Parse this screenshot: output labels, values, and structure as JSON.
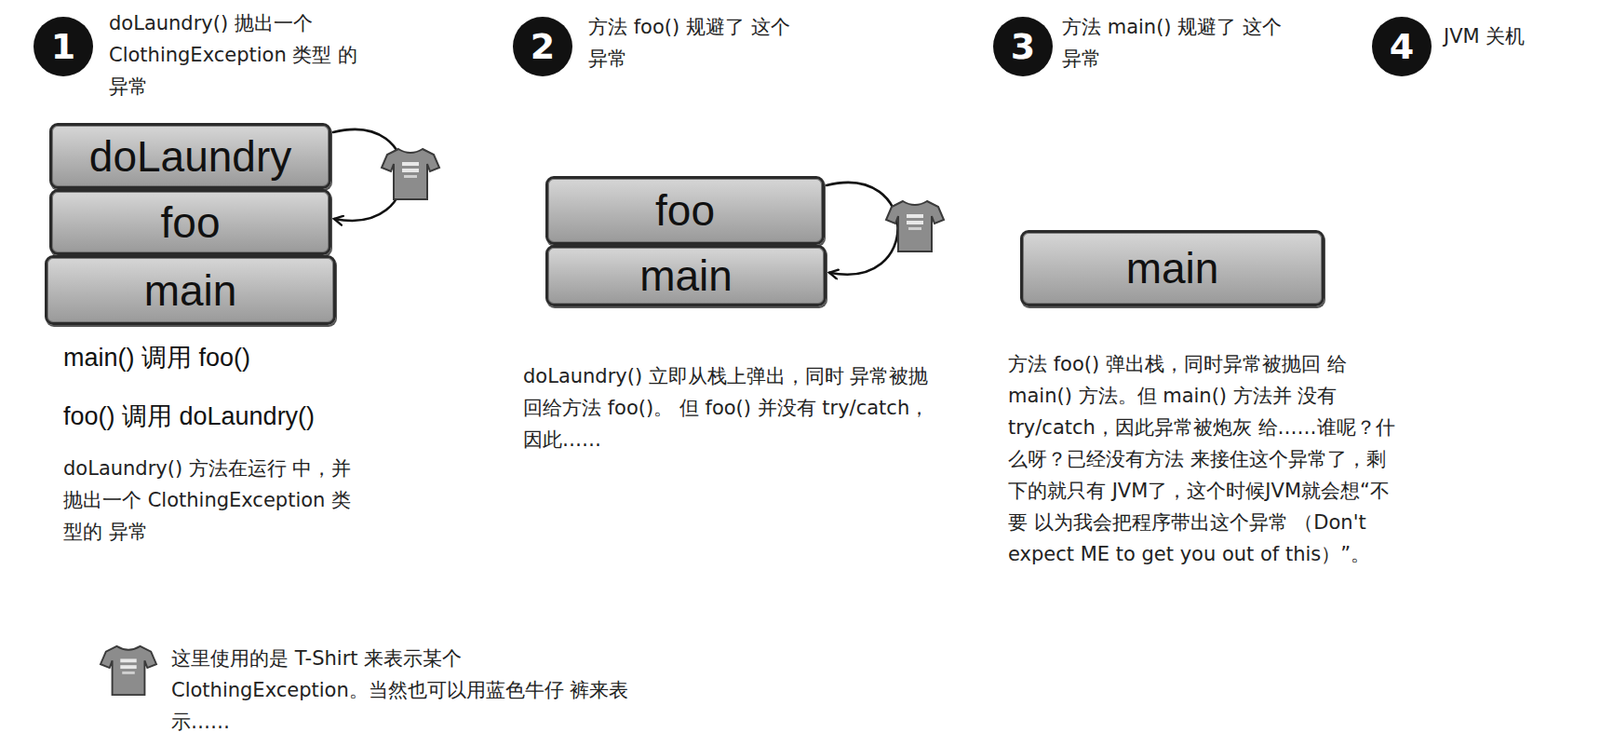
{
  "diagram": {
    "nodes": [
      {
        "text": [
          "doLaundry"
        ]
      },
      {
        "text": [
          "foo"
        ]
      },
      {
        "text": [
          "main"
        ]
      },
      {
        "text": [
          "foo"
        ]
      },
      {
        "text": [
          "main"
        ]
      },
      {
        "text": [
          "main"
        ]
      }
    ],
    "edges": [
      {
        "from": 0,
        "to": 1,
        "arrow": "to"
      },
      {
        "from": 3,
        "to": 4,
        "arrow": "to"
      }
    ],
    "labels": [
      "1",
      "doLaundry() 抛出一个 ClothingException 类型 的异常",
      "2",
      "方法 foo() 规避了 这个异常",
      "3",
      "方法 main() 规避了 这个异常",
      "4",
      "JVM 关机",
      "main() 调用 foo()",
      "foo() 调用 doLaundry()",
      "doLaundry() 方法在运行 中，并抛出一个 ClothingException 类型的 异常",
      "doLaundry() 立即从栈上弹出，同时 异常被抛回给方法 foo()。 但 foo() 并没有 try/catch，因此……",
      "方法 foo() 弹出栈，同时异常被抛回 给 main() 方法。但 main() 方法并 没有 try/catch，因此异常被炮灰 给……谁呢？什么呀？已经没有方法 来接住这个异常了，剩下的就只有 JVM了，这个时候JVM就会想“不要 以为我会把程序带出这个异常 （Don't expect ME to get you out of this）”。"
    ],
    "legend": [
      {
        "text": "这里使用的是 T-Shirt 来表示某个 ClothingException。当然也可以用蓝色牛仔 裤来表示……"
      }
    ]
  }
}
